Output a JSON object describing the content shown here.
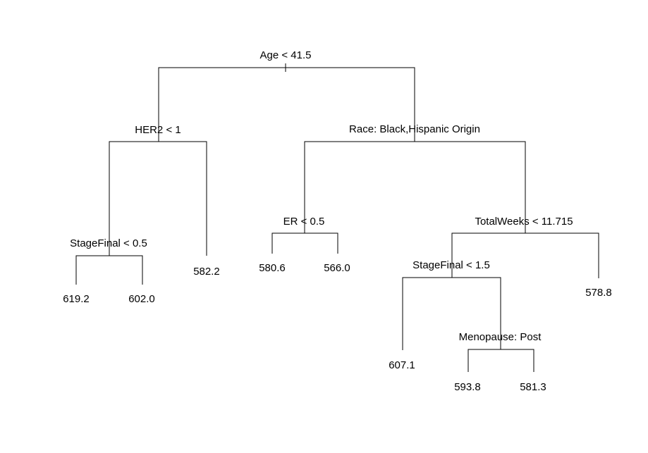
{
  "tree": {
    "root": {
      "split": "Age < 41.5",
      "left": {
        "split": "HER2 < 1",
        "left": {
          "split": "StageFinal < 0.5",
          "left": {
            "value": "619.2"
          },
          "right": {
            "value": "602.0"
          }
        },
        "right": {
          "value": "582.2"
        }
      },
      "right": {
        "split": "Race: Black,Hispanic Origin",
        "left": {
          "split": "ER < 0.5",
          "left": {
            "value": "580.6"
          },
          "right": {
            "value": "566.0"
          }
        },
        "right": {
          "split": "TotalWeeks < 11.715",
          "left": {
            "split": "StageFinal < 1.5",
            "left": {
              "value": "607.1"
            },
            "right": {
              "split": "Menopause: Post",
              "left": {
                "value": "593.8"
              },
              "right": {
                "value": "581.3"
              }
            }
          },
          "right": {
            "value": "578.8"
          }
        }
      }
    }
  }
}
